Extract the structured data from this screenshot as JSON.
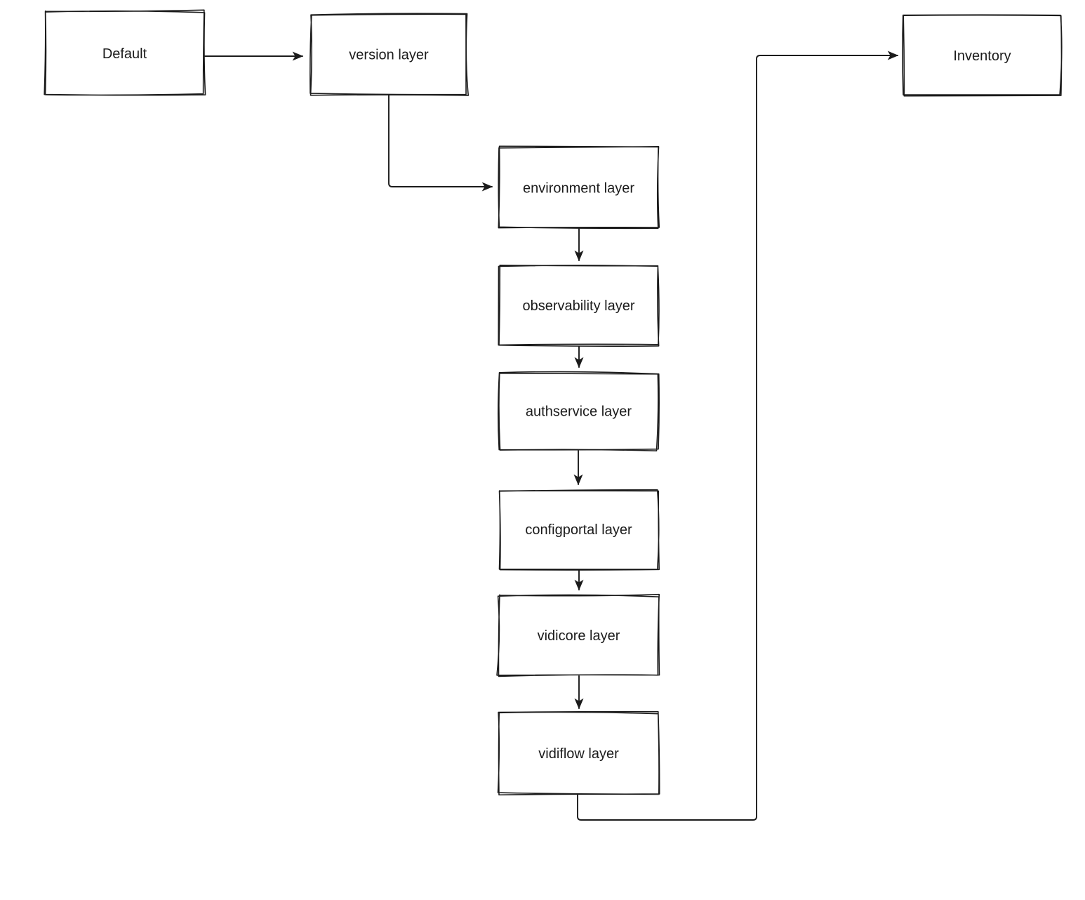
{
  "diagram": {
    "nodes": [
      {
        "id": "default",
        "label": "Default"
      },
      {
        "id": "version-layer",
        "label": "version layer"
      },
      {
        "id": "environment-layer",
        "label": "environment layer"
      },
      {
        "id": "observability-layer",
        "label": "observability layer"
      },
      {
        "id": "authservice-layer",
        "label": "authservice layer"
      },
      {
        "id": "configportal-layer",
        "label": "configportal layer"
      },
      {
        "id": "vidicore-layer",
        "label": "vidicore layer"
      },
      {
        "id": "vidiflow-layer",
        "label": "vidiflow layer"
      },
      {
        "id": "inventory",
        "label": "Inventory"
      }
    ],
    "edges": [
      {
        "from": "default",
        "to": "version-layer"
      },
      {
        "from": "version-layer",
        "to": "environment-layer"
      },
      {
        "from": "environment-layer",
        "to": "observability-layer"
      },
      {
        "from": "observability-layer",
        "to": "authservice-layer"
      },
      {
        "from": "authservice-layer",
        "to": "configportal-layer"
      },
      {
        "from": "configportal-layer",
        "to": "vidicore-layer"
      },
      {
        "from": "vidicore-layer",
        "to": "vidiflow-layer"
      },
      {
        "from": "vidiflow-layer",
        "to": "inventory"
      }
    ],
    "colors": {
      "stroke": "#1b1b1b",
      "node_fill": "#ffffff",
      "background": "#ffffff"
    }
  }
}
